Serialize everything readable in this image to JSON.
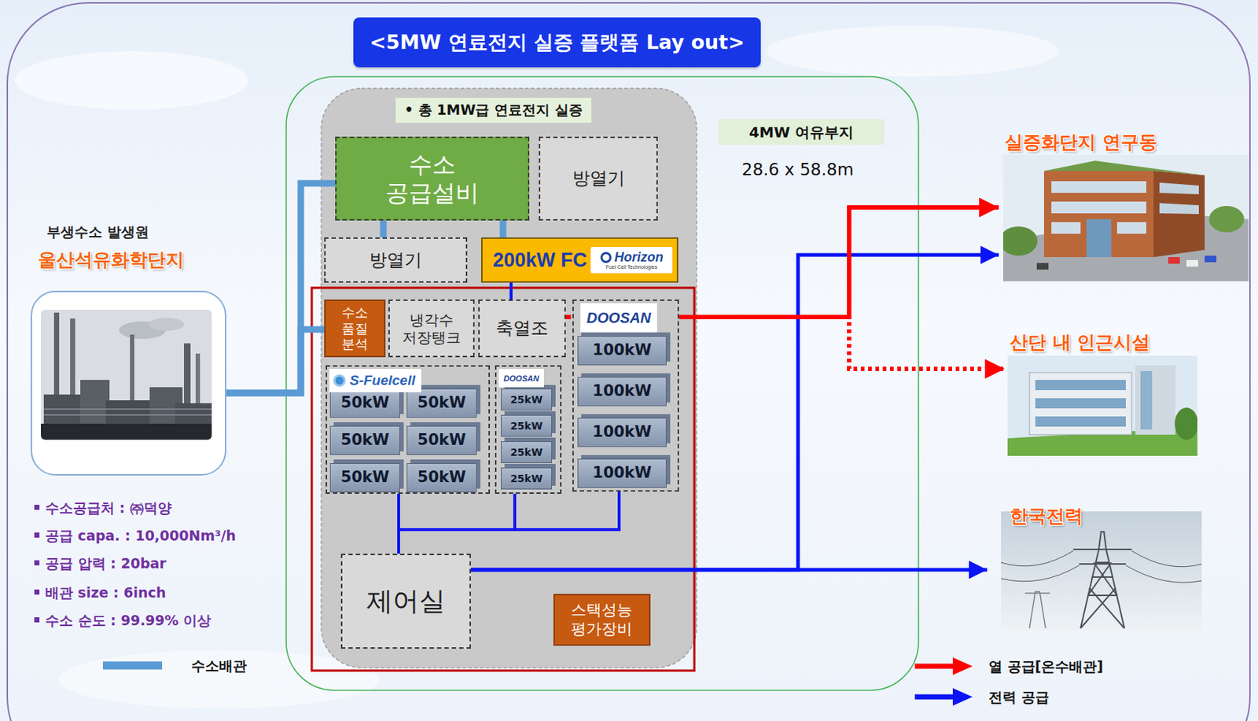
{
  "diagram": {
    "title": "<5MW 연료전지 실증 플랫폼 Lay out>",
    "nodes": [
      {
        "text": [
          "부생수소 발생원",
          "울산석유화학단지"
        ]
      },
      {
        "text": [
          "• 총 1MW급 연료전지 실증"
        ]
      },
      {
        "text": [
          "수소 공급설비"
        ],
        "in": 1
      },
      {
        "text": [
          "방열기"
        ],
        "in": 1
      },
      {
        "text": [
          "방열기"
        ],
        "in": 1
      },
      {
        "text": [
          "200kW FC",
          "Horizon",
          "Fuel Cell Technologies"
        ],
        "in": 1
      },
      {
        "text": [
          "수소 품질 분석"
        ],
        "in": 1
      },
      {
        "text": [
          "냉각수 저장탱크"
        ],
        "in": 1
      },
      {
        "text": [
          "축열조"
        ],
        "in": 1
      },
      {
        "text": [
          "DOOSAN"
        ],
        "in": 1
      },
      {
        "text": [
          "100kW"
        ],
        "in": 9
      },
      {
        "text": [
          "100kW"
        ],
        "in": 9
      },
      {
        "text": [
          "100kW"
        ],
        "in": 9
      },
      {
        "text": [
          "100kW"
        ],
        "in": 9
      },
      {
        "text": [
          "S-Fuelcell"
        ],
        "in": 1
      },
      {
        "text": [
          "50kW"
        ],
        "in": 14
      },
      {
        "text": [
          "50kW"
        ],
        "in": 14
      },
      {
        "text": [
          "50kW"
        ],
        "in": 14
      },
      {
        "text": [
          "50kW"
        ],
        "in": 14
      },
      {
        "text": [
          "50kW"
        ],
        "in": 14
      },
      {
        "text": [
          "50kW"
        ],
        "in": 14
      },
      {
        "text": [
          "DOOSAN"
        ],
        "in": 1
      },
      {
        "text": [
          "25kW"
        ],
        "in": 21
      },
      {
        "text": [
          "25kW"
        ],
        "in": 21
      },
      {
        "text": [
          "25kW"
        ],
        "in": 21
      },
      {
        "text": [
          "25kW"
        ],
        "in": 21
      },
      {
        "text": [
          "제어실"
        ],
        "in": 1
      },
      {
        "text": [
          "스택성능 평가장비"
        ],
        "in": 1
      },
      {
        "text": [
          "4MW 여유부지"
        ]
      },
      {
        "text": [
          "실증화단지 연구동"
        ]
      },
      {
        "text": [
          "산단 내 인근시설"
        ]
      },
      {
        "text": [
          "한국전력"
        ]
      }
    ],
    "edges": [
      {
        "from": 0,
        "to": 2,
        "arrow": "none"
      },
      {
        "from": 0,
        "to": 6,
        "arrow": "none"
      },
      {
        "from": 2,
        "to": 4,
        "arrow": "none"
      },
      {
        "from": 2,
        "to": 5,
        "arrow": "none"
      },
      {
        "from": 5,
        "to": 8,
        "arrow": "none"
      },
      {
        "from": 14,
        "to": 26,
        "arrow": "none"
      },
      {
        "from": 21,
        "to": 26,
        "arrow": "none"
      },
      {
        "from": 9,
        "to": 26,
        "arrow": "none"
      },
      {
        "from": 26,
        "to": 29,
        "arrow": "to"
      },
      {
        "from": 26,
        "to": 31,
        "arrow": "to"
      },
      {
        "from": 8,
        "to": 9,
        "arrow": "none"
      },
      {
        "from": 9,
        "to": 29,
        "arrow": "to"
      },
      {
        "from": 9,
        "to": 30,
        "arrow": "to"
      }
    ],
    "labels": [
      "수소공급처 : ㈜덕양",
      "공급 capa. : 10,000Nm³/h",
      "공급 압력 : 20bar",
      "배관 size : 6inch",
      "수소 순도 : 99.99% 이상",
      "28.6 x 58.8m"
    ],
    "legend": [
      {
        "text": "수소배관"
      },
      {
        "text": "열 공급[온수배관]"
      },
      {
        "text": "전력 공급"
      }
    ]
  }
}
